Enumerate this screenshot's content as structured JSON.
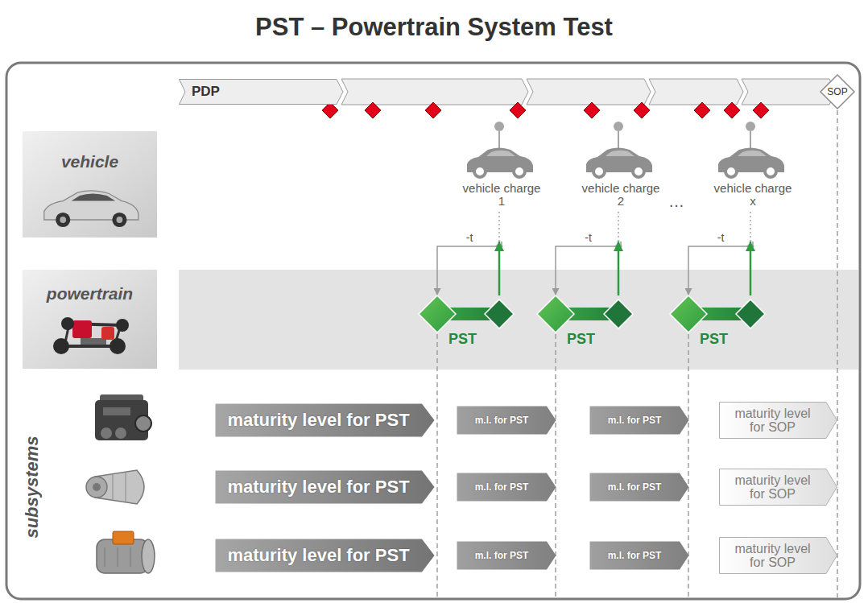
{
  "diagram": {
    "title": "PST – Powertrain System Test",
    "nodes": [
      {
        "text": [
          "PDP"
        ]
      },
      {
        "text": [
          "SOP"
        ]
      },
      {
        "text": [
          "vehicle"
        ]
      },
      {
        "text": [
          "vehicle charge 1"
        ]
      },
      {
        "text": [
          "vehicle charge 2"
        ]
      },
      {
        "text": [
          "vehicle charge x"
        ]
      },
      {
        "text": [
          "powertrain"
        ]
      },
      {
        "text": [
          "PST"
        ]
      },
      {
        "text": [
          "PST"
        ]
      },
      {
        "text": [
          "PST"
        ]
      },
      {
        "text": [
          "maturity level for PST"
        ]
      },
      {
        "text": [
          "m.l. for PST"
        ]
      },
      {
        "text": [
          "m.l. for PST"
        ]
      },
      {
        "text": [
          "maturity level for SOP"
        ]
      },
      {
        "text": [
          "maturity level for PST"
        ]
      },
      {
        "text": [
          "m.l. for PST"
        ]
      },
      {
        "text": [
          "m.l. for PST"
        ]
      },
      {
        "text": [
          "maturity level for SOP"
        ]
      },
      {
        "text": [
          "maturity level for PST"
        ]
      },
      {
        "text": [
          "m.l. for PST"
        ]
      },
      {
        "text": [
          "m.l. for PST"
        ]
      },
      {
        "text": [
          "maturity level for SOP"
        ]
      }
    ],
    "edges": [
      {
        "from": 3,
        "to": 7,
        "label": "-t",
        "arrow": "to"
      },
      {
        "from": 7,
        "to": 3,
        "arrow": "to"
      },
      {
        "from": 4,
        "to": 8,
        "label": "-t",
        "arrow": "to"
      },
      {
        "from": 8,
        "to": 4,
        "arrow": "to"
      },
      {
        "from": 5,
        "to": 9,
        "label": "-t",
        "arrow": "to"
      },
      {
        "from": 9,
        "to": 5,
        "arrow": "to"
      }
    ],
    "labels": [
      "…",
      "subsystems"
    ]
  }
}
